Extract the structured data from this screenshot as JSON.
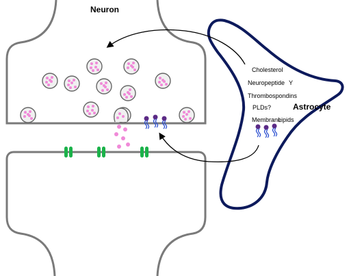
{
  "labels": {
    "neuron": "Neuron",
    "astrocyte": "Astrocyte",
    "cholesterol": "Cholesterol",
    "neuropeptide": "Neuropeptide",
    "neuropeptide_letter": "Y",
    "thrombospondins": "Thrombospondins",
    "plds": "PLDs?",
    "membrane": "Membrane",
    "lipids": "Lipids"
  },
  "colors": {
    "neuron_outline": "#7a7a7a",
    "astrocyte_outline": "#0d1a5c",
    "vesicle_fill": "#f0f0f0",
    "vesicle_dot": "#f08ad8",
    "receptor_channel": "#1bb24a",
    "lipid_head": "#5b2a86",
    "lipid_tail": "#2b4fd1",
    "arrow": "#000000"
  },
  "icons": {
    "vesicles": "synaptic-vesicle-icon",
    "channels": "ion-channel-icon",
    "lipids": "membrane-lipid-icon",
    "arrows": "curved-arrow-icon"
  }
}
